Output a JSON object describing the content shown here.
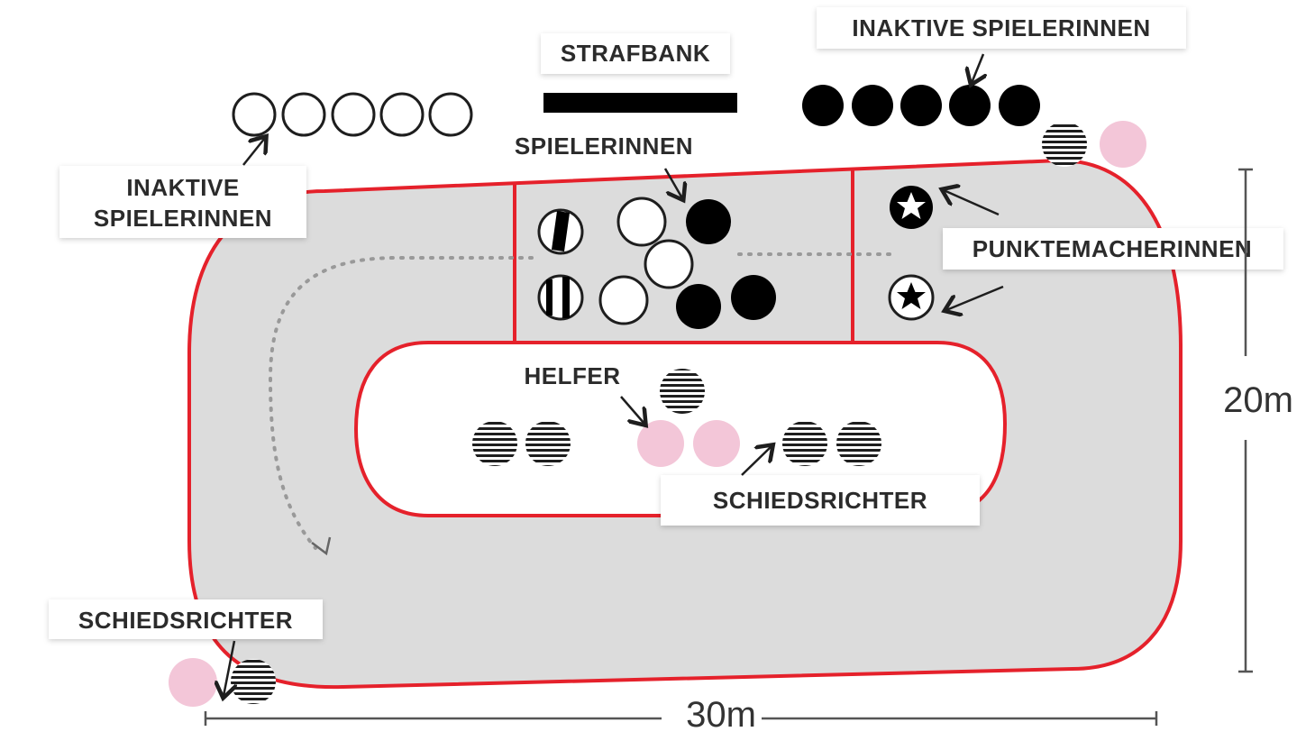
{
  "labels": {
    "strafbank": "STRAFBANK",
    "inactive_top_right": "INAKTIVE SPIELERINNEN",
    "inactive_left_line1": "INAKTIVE",
    "inactive_left_line2": "SPIELERINNEN",
    "spielerinnen": "SPIELERINNEN",
    "punktemacherinnen": "PUNKTEMACHERINNEN",
    "helfer": "HELFER",
    "schiedsrichter_center": "SCHIEDSRICHTER",
    "schiedsrichter_left": "SCHIEDSRICHTER"
  },
  "dimensions": {
    "width": "30m",
    "height": "20m"
  },
  "colors": {
    "track": "#dcdcdc",
    "boundary": "#e5212b",
    "helper": "#f3c6d8",
    "team_black": "#000000",
    "team_white": "#ffffff",
    "dimension_line": "#555555"
  },
  "legend_icons": {
    "referee": "striped-circle-icon",
    "helper": "pink-circle-icon",
    "jammer": "star-circle-icon",
    "pivot": "striped-helmet-icon"
  }
}
